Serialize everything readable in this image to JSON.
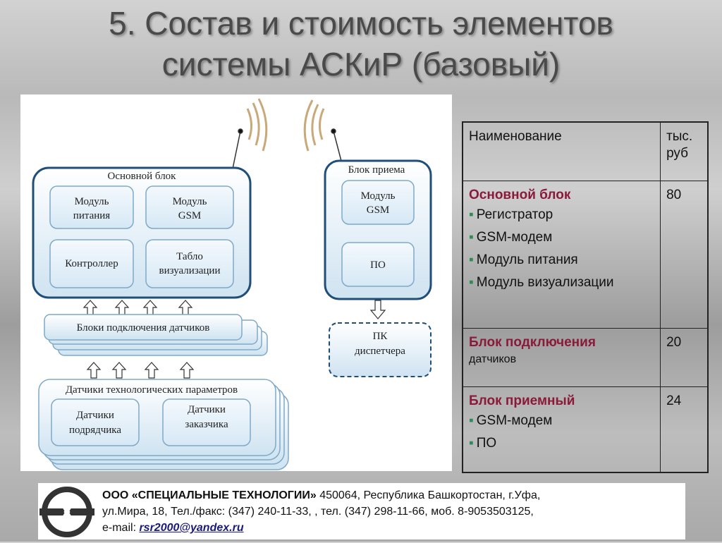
{
  "slide": {
    "title_line1": "5. Состав и стоимость элементов",
    "title_line2": "системы АСКиР (базовый)"
  },
  "diagram": {
    "main_block": "Основной блок",
    "power_module": [
      "Модуль",
      "питания"
    ],
    "gsm_module_main": [
      "Модуль",
      "GSM"
    ],
    "controller": "Контроллер",
    "display": [
      "Табло",
      "визуализации"
    ],
    "sensor_blocks": "Блоки подключения датчиков",
    "sensors_group": "Датчики технологических параметров",
    "contractor_sensors": [
      "Датчики",
      "подрядчика"
    ],
    "customer_sensors": [
      "Датчики",
      "заказчика"
    ],
    "receive_block": "Блок приема",
    "gsm_module_recv": [
      "Модуль",
      "GSM"
    ],
    "software": "ПО",
    "dispatcher_pc": [
      "ПК",
      "диспетчера"
    ]
  },
  "table": {
    "header": {
      "name": "Наименование",
      "unit": "тыс. руб"
    },
    "rows": [
      {
        "title": "Основной блок",
        "subtitle": "",
        "items": [
          "Регистратор",
          "GSM-модем",
          "Модуль питания",
          "Модуль визуализации"
        ],
        "price": "80"
      },
      {
        "title": "Блок подключения",
        "subtitle": "датчиков",
        "items": [],
        "price": "20"
      },
      {
        "title": "Блок приемный",
        "subtitle": "",
        "items": [
          "GSM-модем",
          "ПО"
        ],
        "price": "24"
      }
    ]
  },
  "footer": {
    "company": "ООО «СПЕЦИАЛЬНЫЕ ТЕХНОЛОГИИ»",
    "address": " 450064, Республика Башкортостан, г.Уфа,",
    "line2": "ул.Мира, 18, Тел./факс: (347) 240-11-33, , тел. (347) 298-11-66, моб. 8-9053503125,",
    "email_label": "e-mail: ",
    "email": "rsr2000@yandex.ru"
  },
  "colors": {
    "accent_red": "#8b1a3a",
    "bullet_green": "#2e8b57",
    "block_border": "#1f4e79",
    "block_fill": "#eaf4fa"
  }
}
